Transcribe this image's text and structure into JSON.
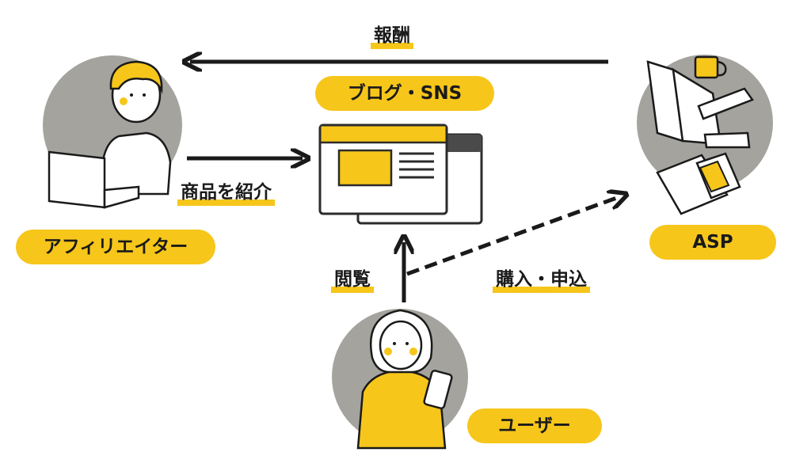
{
  "nodes": {
    "affiliator": "アフィリエイター",
    "asp": "ASP",
    "user": "ユーザー",
    "blog": "ブログ・SNS"
  },
  "flows": {
    "reward": "報酬",
    "introduce": "商品を紹介",
    "browse": "閲覧",
    "purchase": "購入・申込"
  },
  "colors": {
    "accent": "#f6c61b",
    "circle": "#a4a39e",
    "ink": "#1a1a1a",
    "ink_soft": "#2b2b2b"
  }
}
